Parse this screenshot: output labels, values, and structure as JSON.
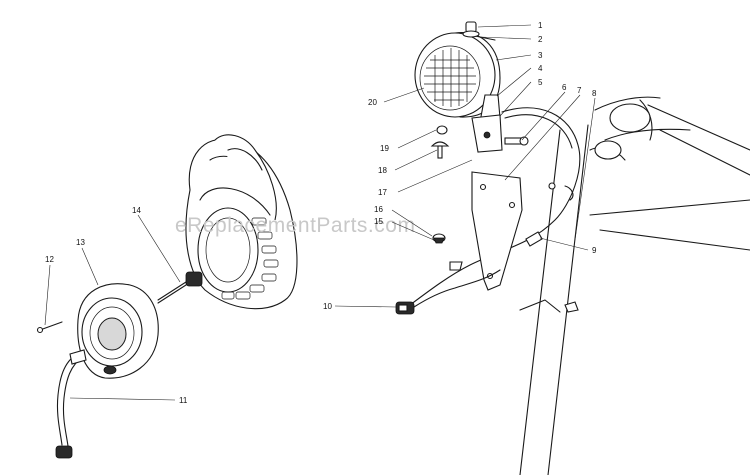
{
  "watermark": "eReplacementParts.com",
  "callouts": [
    "1",
    "2",
    "3",
    "4",
    "5",
    "6",
    "7",
    "8",
    "9",
    "10",
    "11",
    "12",
    "13",
    "14",
    "15",
    "16",
    "17",
    "18",
    "19",
    "20"
  ]
}
